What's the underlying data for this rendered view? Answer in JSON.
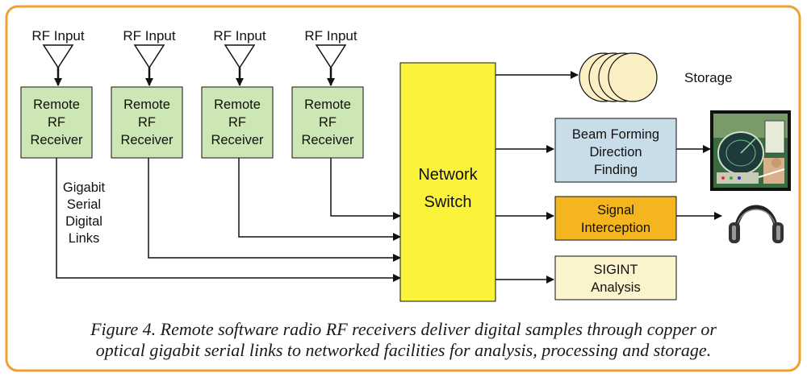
{
  "antennas": [
    {
      "label": "RF Input"
    },
    {
      "label": "RF Input"
    },
    {
      "label": "RF Input"
    },
    {
      "label": "RF Input"
    }
  ],
  "receivers": [
    {
      "lines": [
        "Remote",
        "RF",
        "Receiver"
      ]
    },
    {
      "lines": [
        "Remote",
        "RF",
        "Receiver"
      ]
    },
    {
      "lines": [
        "Remote",
        "RF",
        "Receiver"
      ]
    },
    {
      "lines": [
        "Remote",
        "RF",
        "Receiver"
      ]
    }
  ],
  "links_label": [
    "Gigabit",
    "Serial",
    "Digital",
    "Links"
  ],
  "switch": {
    "lines": [
      "Network",
      "Switch"
    ]
  },
  "storage": {
    "label": "Storage"
  },
  "outputs": {
    "beam": {
      "lines": [
        "Beam Forming",
        "Direction",
        "Finding"
      ]
    },
    "intercept": {
      "lines": [
        "Signal",
        "Interception"
      ]
    },
    "sigint": {
      "lines": [
        "SIGINT",
        "Analysis"
      ]
    }
  },
  "caption": [
    "Figure 4. Remote software radio RF receivers deliver digital samples through copper or",
    "optical gigabit serial links to networked facilities for analysis, processing and storage."
  ],
  "colors": {
    "frame": "#f0a030",
    "receiver_fill": "#cce7b3",
    "switch_fill": "#fbf33a",
    "beam_fill": "#c8dde8",
    "intercept_fill": "#f5b51f",
    "sigint_fill": "#fbf4cc",
    "storage_fill": "#fbefc4"
  },
  "icons": {
    "radar": "radar-display-icon",
    "headphones": "headphones-icon"
  }
}
